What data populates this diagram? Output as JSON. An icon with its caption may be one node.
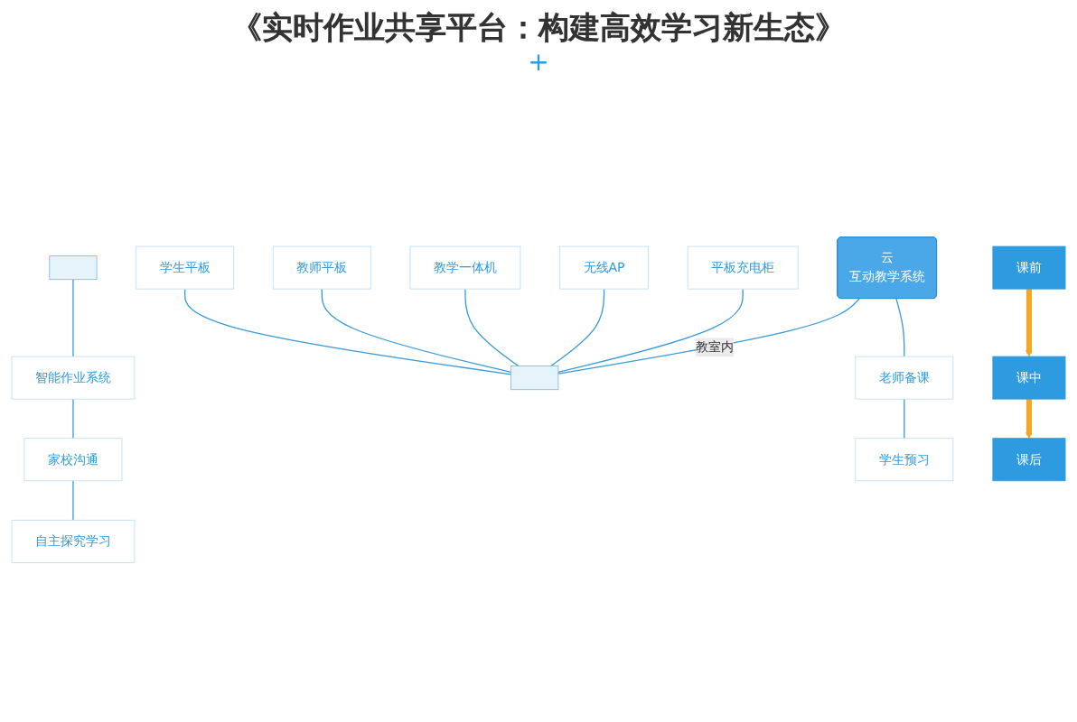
{
  "diagram": {
    "title": "《实时作业共享平台：构建高效学习新生态》",
    "nodes": [
      {
        "text": [
          "云",
          "互动教学系统"
        ]
      },
      {
        "text": [],
        "shape": "box"
      },
      {
        "text": [
          "老师备课"
        ]
      },
      {
        "text": [],
        "shape": "box"
      },
      {
        "text": [
          "平板充电柜"
        ]
      },
      {
        "text": [
          "无线AP"
        ]
      },
      {
        "text": [
          "智能作业系统"
        ]
      },
      {
        "text": [
          "家校沟通"
        ]
      },
      {
        "text": [
          "教学一体机"
        ]
      },
      {
        "text": [
          "教师平板"
        ]
      },
      {
        "text": [
          "学生预习"
        ]
      },
      {
        "text": [
          "学生平板"
        ]
      },
      {
        "text": [
          "自主探究学习"
        ]
      },
      {
        "text": [
          "课前"
        ]
      },
      {
        "text": [
          "课中"
        ]
      },
      {
        "text": [
          "课后"
        ]
      }
    ],
    "edges": [
      {
        "from": 0,
        "to": 2,
        "arrow": "none"
      },
      {
        "from": 0,
        "to": 3,
        "arrow": "none",
        "label": "教室内"
      },
      {
        "from": 1,
        "to": 6,
        "arrow": "none"
      },
      {
        "from": 2,
        "to": 10,
        "arrow": "none"
      },
      {
        "from": 6,
        "to": 7,
        "arrow": "none"
      },
      {
        "from": 7,
        "to": 12,
        "arrow": "none"
      },
      {
        "from": 4,
        "to": 3,
        "arrow": "none"
      },
      {
        "from": 5,
        "to": 3,
        "arrow": "none"
      },
      {
        "from": 8,
        "to": 3,
        "arrow": "none"
      },
      {
        "from": 9,
        "to": 3,
        "arrow": "none"
      },
      {
        "from": 11,
        "to": 3,
        "arrow": "none"
      },
      {
        "from": 13,
        "to": 14,
        "arrow": "to",
        "style": "thick",
        "color": "#f5a623"
      },
      {
        "from": 14,
        "to": 15,
        "arrow": "to",
        "style": "thick",
        "color": "#f5a623"
      }
    ],
    "labels": [
      "+"
    ]
  }
}
